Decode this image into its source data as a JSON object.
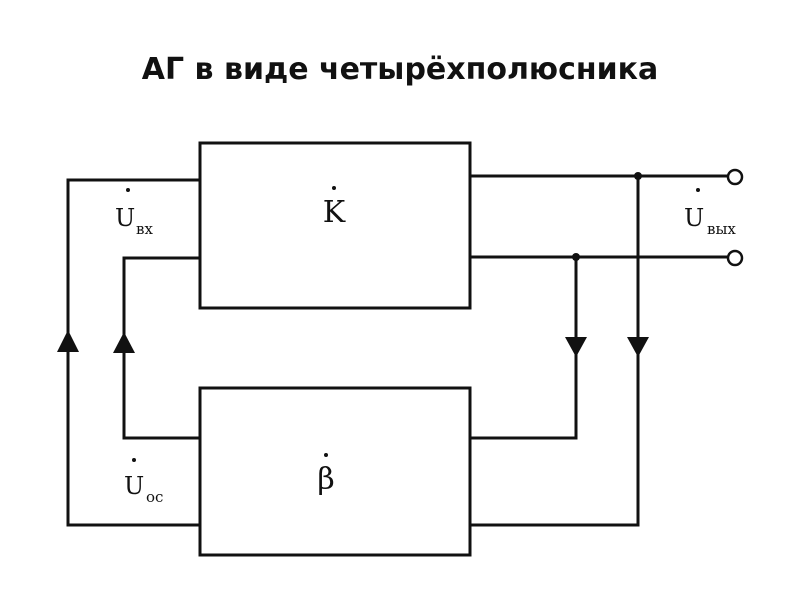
{
  "slide": {
    "title": "АГ в виде четырёхполюсника"
  },
  "diagram": {
    "amplifier_label": "K",
    "feedback_label": "β",
    "input_voltage": {
      "base": "U",
      "sub": "вх"
    },
    "output_voltage": {
      "base": "U",
      "sub": "вых"
    },
    "feedback_voltage": {
      "base": "U",
      "sub": "ос"
    }
  }
}
